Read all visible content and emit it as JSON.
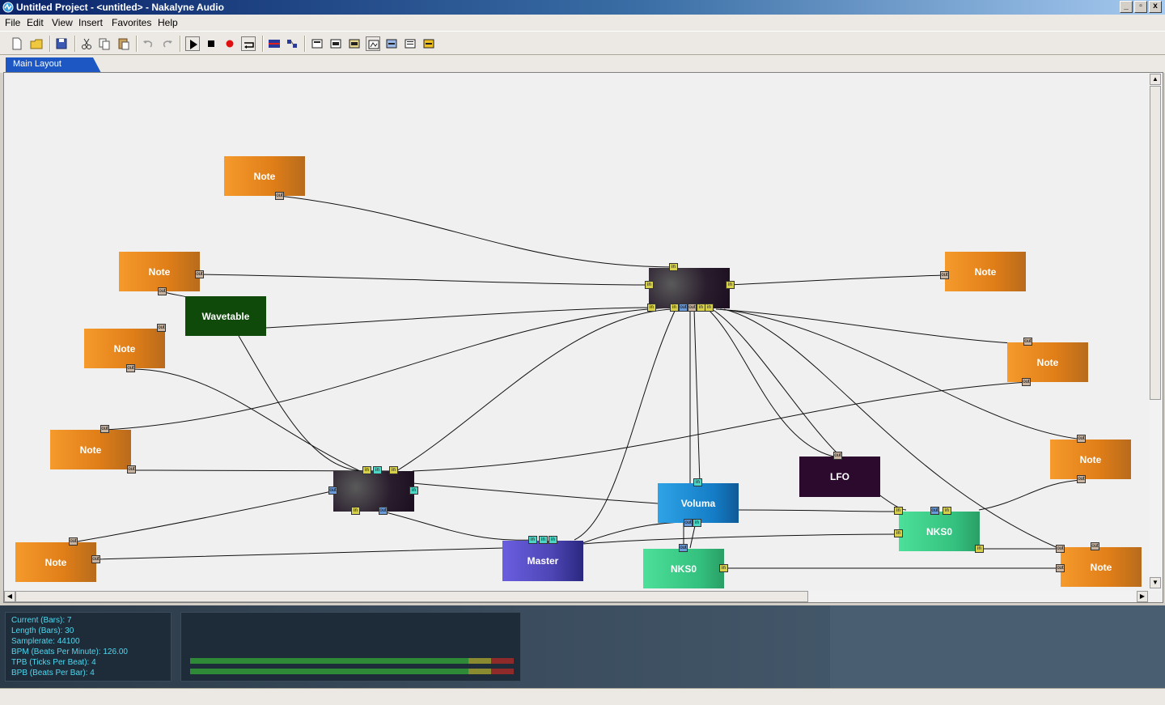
{
  "window": {
    "title": "Untitled Project - <untitled> - Nakalyne Audio",
    "buttons": {
      "minimize": "_",
      "maximize": "▫",
      "close": "x"
    }
  },
  "menu": {
    "file": "File",
    "edit": "Edit",
    "view": "View",
    "insert": "Insert",
    "favorites": "Favorites",
    "help": "Help"
  },
  "toolbar": {
    "icons": [
      "new-file-icon",
      "open-folder-icon",
      "save-icon",
      "cut-icon",
      "copy-icon",
      "paste-icon",
      "undo-icon",
      "redo-icon",
      "play-icon",
      "stop-icon",
      "record-icon",
      "loop-icon",
      "mixer-icon",
      "settings-icon",
      "view-1-icon",
      "view-2-icon",
      "view-3-icon",
      "view-4-icon",
      "view-5-icon",
      "view-6-icon",
      "view-7-icon"
    ]
  },
  "tabs": {
    "main_layout": "Main Layout"
  },
  "nodes": {
    "note1": "Note",
    "note2": "Note",
    "note3": "Note",
    "note4": "Note",
    "note5": "Note",
    "note6": "Note",
    "note7": "Note",
    "note8": "Note",
    "note9": "Note",
    "wavetable": "Wavetable",
    "mixer_top": "",
    "mixer_bottom": "",
    "voluma": "Voluma",
    "lfo": "LFO",
    "master": "Master",
    "nks0_a": "NKS0",
    "nks0_b": "NKS0"
  },
  "info": {
    "current": "Current (Bars): 7",
    "length": "Length (Bars): 30",
    "samplerate": "Samplerate: 44100",
    "bpm": "BPM (Beats Per Minute): 126.00",
    "tpb": "TPB (Ticks Per Beat): 4",
    "bpb": "BPB (Beats Per Bar): 4"
  },
  "meters": {
    "left_level": 0.86,
    "right_level": 0.86
  }
}
